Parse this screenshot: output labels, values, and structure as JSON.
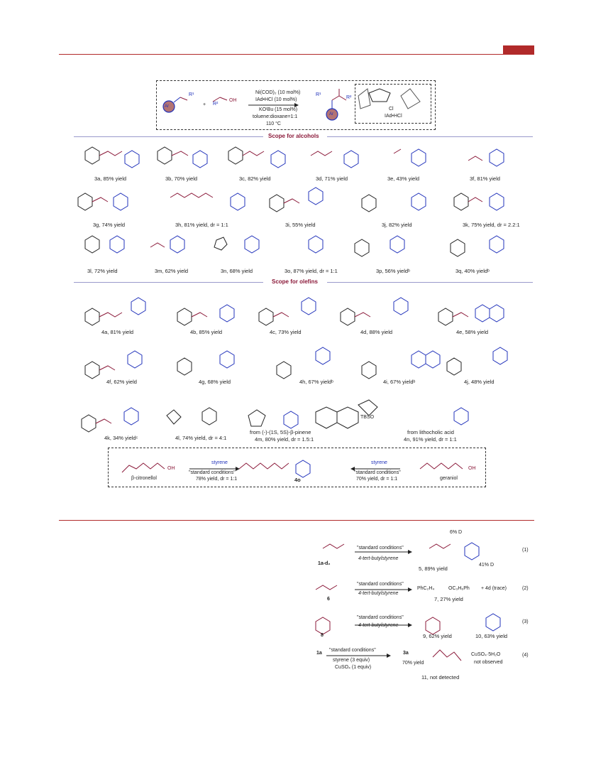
{
  "header": {
    "accent_color": "#b12a2a"
  },
  "scheme": {
    "conditions": [
      "Ni(COD)₂ (10 mol%)",
      "IAd•HCl (10 mol%)",
      "KOᵗBu (15 mol%)",
      "toluene:dioxane=1:1",
      "110 °C"
    ],
    "ligand_label": "IAd•HCl",
    "plus": "+",
    "ar": "Ar",
    "r1": "R¹",
    "r2": "R²",
    "oh": "OH",
    "cl": "Cl"
  },
  "sections": {
    "alcohols": "Scope for alcohols",
    "olefins": "Scope for olefins"
  },
  "alcohol_labels": [
    "3a, 85% yield",
    "3b, 70% yield",
    "3c, 82% yield",
    "3d, 71% yield",
    "3e, 43% yield",
    "3f, 81% yield",
    "3g, 74% yield",
    "3h, 81% yield,  dr = 1:1",
    "3i, 55% yield",
    "3j, 82% yield",
    "3k, 75% yield, dr = 2.2:1",
    "3l, 72% yield",
    "3m, 62% yield",
    "3n, 68% yield",
    "3o, 87% yield, dr = 1:1",
    "3p, 56% yieldᵇ",
    "3q, 40% yieldᵇ"
  ],
  "olefin_labels": [
    "4a, 81% yield",
    "4b, 85% yield",
    "4c, 73% yield",
    "4d, 88% yield",
    "4e, 58% yield",
    "4f, 62% yield",
    "4g, 68% yield",
    "4h, 67% yieldᵇ",
    "4i, 67% yieldᵇ",
    "4j, 48% yield",
    "4k, 34% yieldᶜ",
    "4l, 74% yield, dr = 4:1"
  ],
  "natural": {
    "m_from": "from (-)-(1S, 5S)-β-pinene",
    "m_label": "4m, 80% yield, dr = 1.5:1",
    "n_from": "from lithocholic acid",
    "n_label": "4n, 91% yield, dr = 1:1",
    "tbso": "TBSO"
  },
  "citronellol_box": {
    "left_name": "β-citronellol",
    "right_name": "geraniol",
    "styrene": "styrene",
    "std": "\"standard conditions\"",
    "left_yield": "78% yield, dr = 1:1",
    "right_yield": "70% yield, dr = 1:1",
    "product": "4o"
  },
  "mechanism": {
    "eq1": {
      "sm": "1a-d₂",
      "cond1": "\"standard conditions\"",
      "cond2": "4-tert-butylstyrene",
      "prod": "5, 89% yield",
      "d6": "6% D",
      "d41": "41% D",
      "num": "(1)"
    },
    "eq2": {
      "sm": "6",
      "cond1": "\"standard conditions\"",
      "cond2": "4-tert-butylstyrene",
      "prod": "7, 27% yield",
      "formula": "PhC₂H₄",
      "ester": "OC₃H₆Ph",
      "plus": "+ 4d (trace)",
      "num": "(2)"
    },
    "eq3": {
      "sm": "8",
      "cond1": "\"standard conditions\"",
      "cond2": "4-tert-butylstyrene",
      "prod1": "9, 62% yield",
      "prod2": "10, 63% yield",
      "num": "(3)"
    },
    "eq4": {
      "sm": "1a",
      "cond1": "\"standard conditions\"",
      "cond2": "styrene (3 equiv)",
      "cond3": "CuSO₄ (1 equiv)",
      "p1": "3a",
      "p1y": "70% yield",
      "p2": "11, not detected",
      "p3a": "CuSO₄·5H₂O",
      "p3b": "not observed",
      "num": "(4)"
    }
  }
}
